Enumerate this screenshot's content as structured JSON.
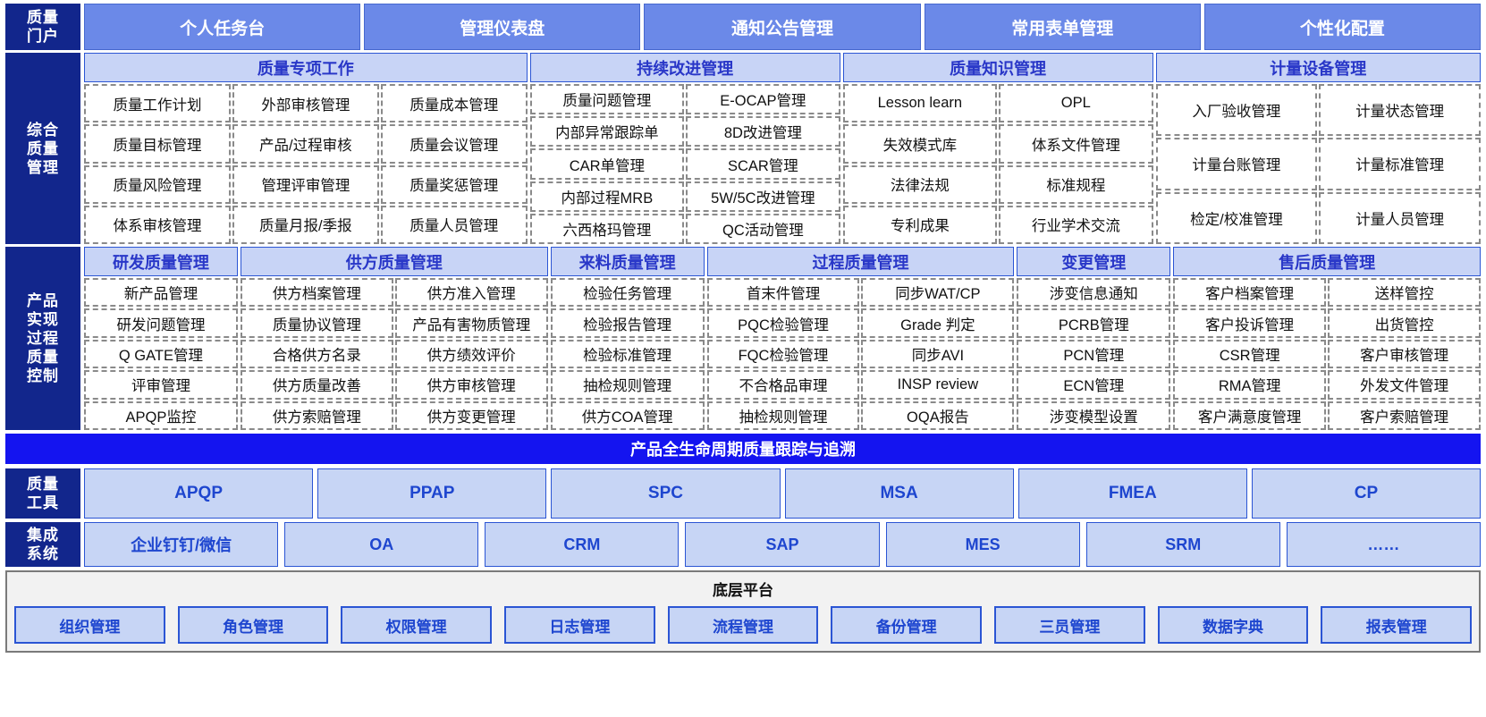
{
  "portal": {
    "side_label_lines": [
      "质量",
      "门户"
    ],
    "tabs": [
      {
        "label": "个人任务台"
      },
      {
        "label": "管理仪表盘"
      },
      {
        "label": "通知公告管理"
      },
      {
        "label": "常用表单管理"
      },
      {
        "label": "个性化配置"
      }
    ]
  },
  "comprehensive": {
    "side_label_lines": [
      "综合",
      "质量",
      "管理"
    ],
    "groups": [
      {
        "title": "质量专项工作",
        "flex": 30,
        "columns": [
          [
            "质量工作计划",
            "质量目标管理",
            "质量风险管理",
            "体系审核管理"
          ],
          [
            "外部审核管理",
            "产品/过程审核",
            "管理评审管理",
            "质量月报/季报"
          ],
          [
            "质量成本管理",
            "质量会议管理",
            "质量奖惩管理",
            "质量人员管理"
          ]
        ]
      },
      {
        "title": "持续改进管理",
        "flex": 21,
        "columns": [
          [
            "质量问题管理",
            "内部异常跟踪单",
            "CAR单管理",
            "内部过程MRB",
            "六西格玛管理"
          ],
          [
            "E-OCAP管理",
            "8D改进管理",
            "SCAR管理",
            "5W/5C改进管理",
            "QC活动管理"
          ]
        ]
      },
      {
        "title": "质量知识管理",
        "flex": 21,
        "columns": [
          [
            "Lesson learn",
            "失效模式库",
            "法律法规",
            "专利成果"
          ],
          [
            "OPL",
            "体系文件管理",
            "标准规程",
            "行业学术交流"
          ]
        ]
      },
      {
        "title": "计量设备管理",
        "flex": 22,
        "columns": [
          [
            "入厂验收管理",
            "计量台账管理",
            "检定/校准管理"
          ],
          [
            "计量状态管理",
            "计量标准管理",
            "计量人员管理"
          ]
        ]
      }
    ]
  },
  "product": {
    "side_label_lines": [
      "产品",
      "实现",
      "过程",
      "质量",
      "控制"
    ],
    "groups": [
      {
        "title": "研发质量管理",
        "flex": 1,
        "columns": [
          [
            "新产品管理",
            "研发问题管理",
            "Q GATE管理",
            "评审管理",
            "APQP监控"
          ]
        ]
      },
      {
        "title": "供方质量管理",
        "flex": 2,
        "columns": [
          [
            "供方档案管理",
            "质量协议管理",
            "合格供方名录",
            "供方质量改善",
            "供方索赔管理"
          ],
          [
            "供方准入管理",
            "产品有害物质管理",
            "供方绩效评价",
            "供方审核管理",
            "供方变更管理"
          ]
        ]
      },
      {
        "title": "来料质量管理",
        "flex": 1,
        "columns": [
          [
            "检验任务管理",
            "检验报告管理",
            "检验标准管理",
            "抽检规则管理",
            "供方COA管理"
          ]
        ]
      },
      {
        "title": "过程质量管理",
        "flex": 2,
        "columns": [
          [
            "首末件管理",
            "PQC检验管理",
            "FQC检验管理",
            "不合格品审理",
            "抽检规则管理"
          ],
          [
            "同步WAT/CP",
            "Grade 判定",
            "同步AVI",
            "INSP review",
            "OQA报告"
          ]
        ]
      },
      {
        "title": "变更管理",
        "flex": 1,
        "columns": [
          [
            "涉变信息通知",
            "PCRB管理",
            "PCN管理",
            "ECN管理",
            "涉变模型设置"
          ]
        ]
      },
      {
        "title": "售后质量管理",
        "flex": 2,
        "columns": [
          [
            "客户档案管理",
            "客户投诉管理",
            "CSR管理",
            "RMA管理",
            "客户满意度管理"
          ],
          [
            "送样管控",
            "出货管控",
            "客户审核管理",
            "外发文件管理",
            "客户索赔管理"
          ]
        ]
      }
    ]
  },
  "lifecycle": {
    "label": "产品全生命周期质量跟踪与追溯"
  },
  "tools": {
    "side_label_lines": [
      "质量",
      "工具"
    ],
    "items": [
      {
        "label": "APQP"
      },
      {
        "label": "PPAP"
      },
      {
        "label": "SPC"
      },
      {
        "label": "MSA"
      },
      {
        "label": "FMEA"
      },
      {
        "label": "CP"
      }
    ]
  },
  "integrations": {
    "side_label_lines": [
      "集成",
      "系统"
    ],
    "items": [
      {
        "label": "企业钉钉/微信"
      },
      {
        "label": "OA"
      },
      {
        "label": "CRM"
      },
      {
        "label": "SAP"
      },
      {
        "label": "MES"
      },
      {
        "label": "SRM"
      },
      {
        "label": "……"
      }
    ]
  },
  "platform": {
    "title": "底层平台",
    "items": [
      {
        "label": "组织管理"
      },
      {
        "label": "角色管理"
      },
      {
        "label": "权限管理"
      },
      {
        "label": "日志管理"
      },
      {
        "label": "流程管理"
      },
      {
        "label": "备份管理"
      },
      {
        "label": "三员管理"
      },
      {
        "label": "数据字典"
      },
      {
        "label": "报表管理"
      }
    ]
  },
  "colors": {
    "dark_navy": "#12268c",
    "portal_tab": "#6b89e8",
    "group_title_bg": "#c8d4f6",
    "group_title_text": "#2937c8",
    "lifecycle_bg": "#1414f0",
    "tool_bg": "#c7d5f5",
    "tool_text": "#1e46cf",
    "cell_border": "#8a8a8a",
    "platform_bg": "#f2f2f2"
  }
}
